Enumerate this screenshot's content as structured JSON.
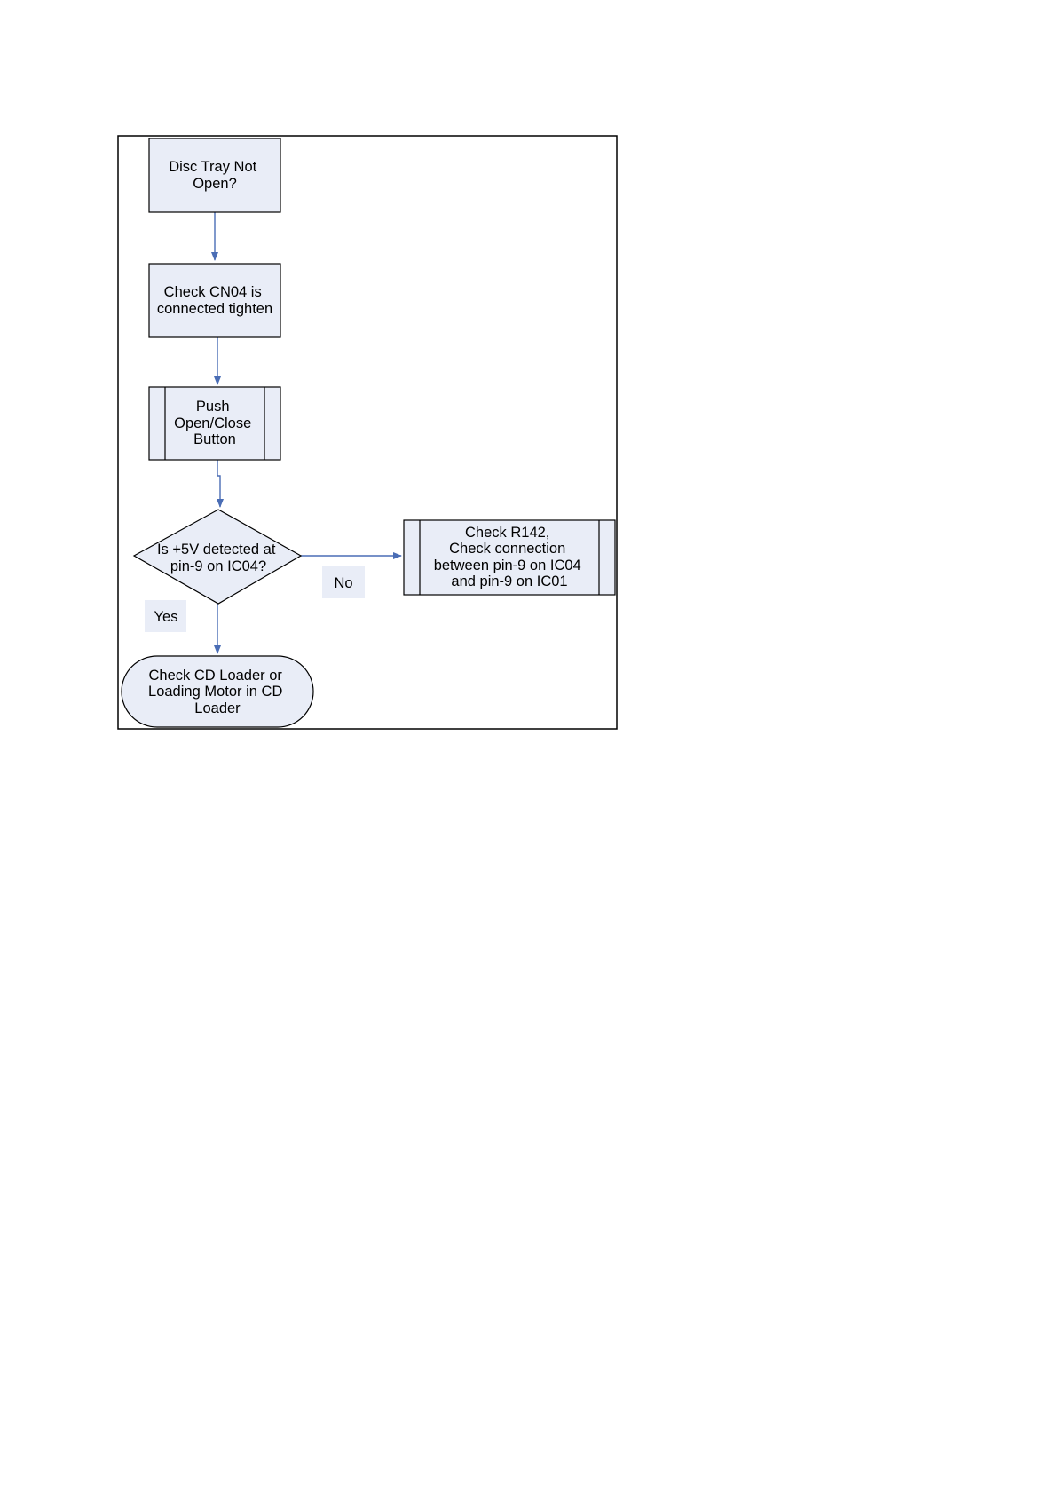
{
  "diagram": {
    "colors": {
      "shape_fill": "#e9edf7",
      "connector": "#4a6db5",
      "outline": "#000000"
    },
    "nodes": {
      "start": {
        "lines": [
          "Disc Tray Not",
          "Open?"
        ]
      },
      "check_cn04": {
        "lines": [
          "Check CN04 is",
          "connected tighten"
        ]
      },
      "push_button": {
        "lines": [
          "Push",
          "Open/Close",
          "Button"
        ]
      },
      "decision": {
        "lines": [
          "Is +5V detected at",
          "pin-9 on IC04?"
        ]
      },
      "check_r142": {
        "lines": [
          "Check R142,",
          "Check connection",
          "between pin-9 on IC04",
          "and pin-9 on IC01"
        ]
      },
      "check_loader": {
        "lines": [
          "Check CD Loader or",
          "Loading Motor in CD",
          "Loader"
        ]
      }
    },
    "edge_labels": {
      "no": "No",
      "yes": "Yes"
    }
  }
}
